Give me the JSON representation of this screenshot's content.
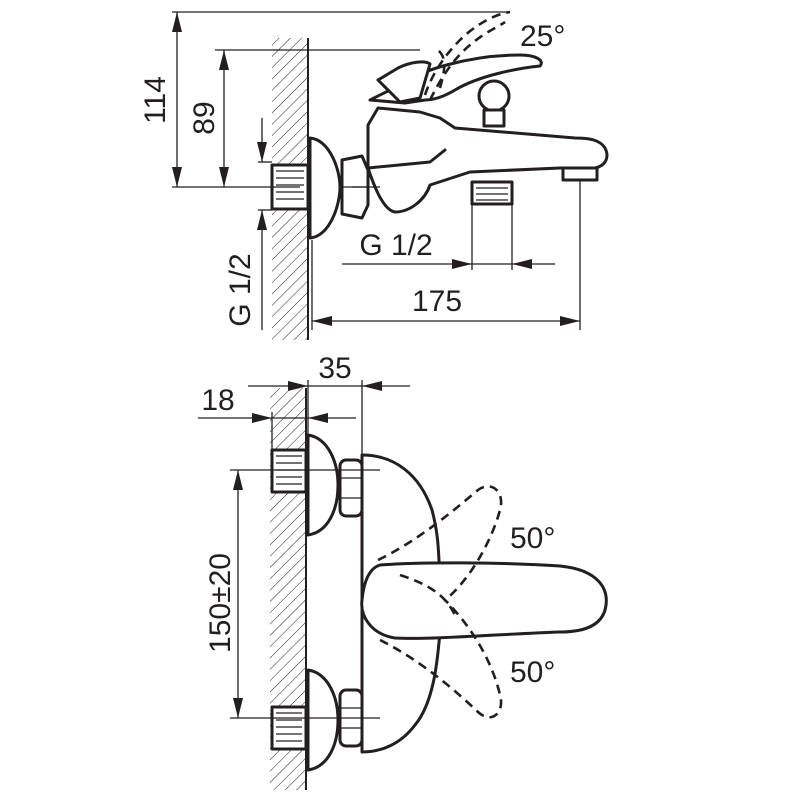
{
  "side_view": {
    "dim_height_total": "114",
    "dim_height_outlet": "89",
    "dim_thread_side": "G 1/2",
    "dim_thread_bottom": "G 1/2",
    "dim_length": "175",
    "angle_lever": "25°"
  },
  "front_view": {
    "dim_depth_outer": "35",
    "dim_depth_inner": "18",
    "dim_spacing": "150±20",
    "angle_top": "50°",
    "angle_bottom": "50°"
  }
}
